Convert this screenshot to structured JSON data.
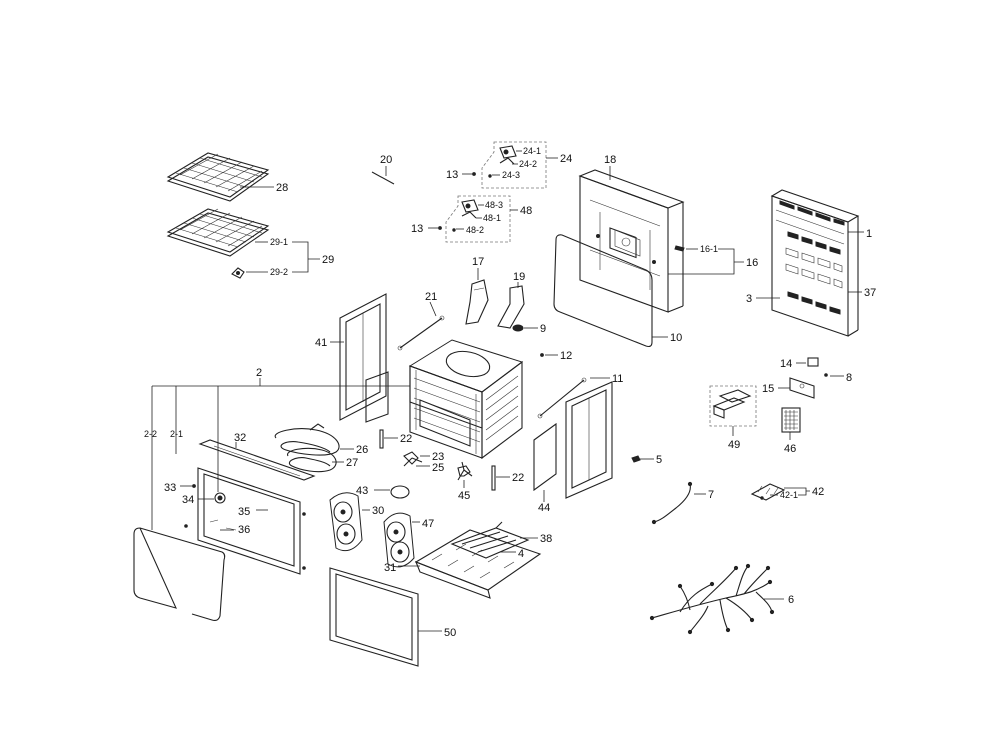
{
  "labels": {
    "l1": "1",
    "l2": "2",
    "l2_1": "2-1",
    "l2_2": "2-2",
    "l3": "3",
    "l4": "4",
    "l5": "5",
    "l6": "6",
    "l7": "7",
    "l8": "8",
    "l9": "9",
    "l10": "10",
    "l11": "11",
    "l12": "12",
    "l13a": "13",
    "l13b": "13",
    "l14": "14",
    "l15": "15",
    "l16": "16",
    "l16_1": "16-1",
    "l17": "17",
    "l18": "18",
    "l19": "19",
    "l20": "20",
    "l21": "21",
    "l22a": "22",
    "l22b": "22",
    "l23": "23",
    "l24": "24",
    "l24_1": "24-1",
    "l24_2": "24-2",
    "l24_3": "24-3",
    "l25": "25",
    "l26": "26",
    "l27": "27",
    "l28": "28",
    "l29": "29",
    "l29_1": "29-1",
    "l29_2": "29-2",
    "l30": "30",
    "l31": "31",
    "l32": "32",
    "l33": "33",
    "l34": "34",
    "l35": "35",
    "l36": "36",
    "l37": "37",
    "l38": "38",
    "l41": "41",
    "l42": "42",
    "l42_1": "42-1",
    "l43": "43",
    "l44": "44",
    "l45": "45",
    "l46": "46",
    "l47": "47",
    "l48": "48",
    "l48_1": "48-1",
    "l48_2": "48-2",
    "l48_3": "48-3",
    "l49": "49",
    "l50": "50"
  }
}
